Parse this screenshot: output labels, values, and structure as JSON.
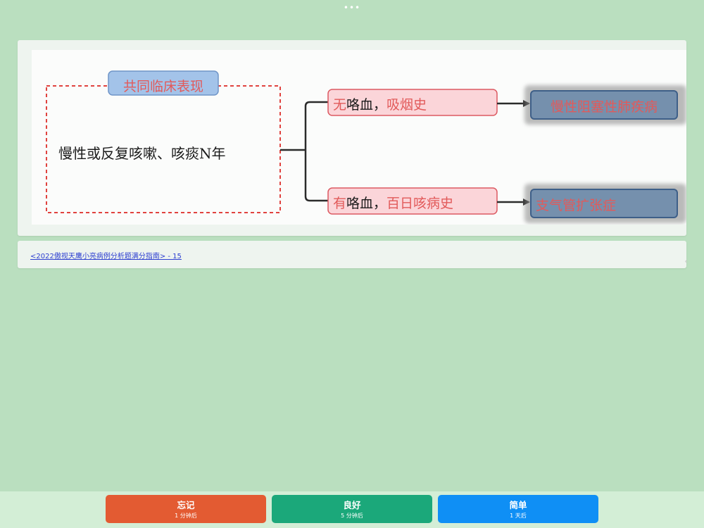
{
  "window": {
    "more_dots": "•••"
  },
  "diagram": {
    "group_label": "共同临床表现",
    "main_symptom": "慢性或反复咳嗽、咳痰N年",
    "branch_top": {
      "prefix": "无",
      "main": "咯血，",
      "suffix": "吸烟史"
    },
    "branch_bottom": {
      "prefix": "有",
      "main": "咯血，",
      "suffix": "百日咳病史"
    },
    "result_top": "慢性阻塞性肺疾病",
    "result_bottom": "支气管扩张症",
    "colors": {
      "red_dash": "#e0433f",
      "blue_box": "#a3c3e9",
      "pink_box": "#fbd5d9",
      "result_box": "#7590ad",
      "red_text": "#e25a5a"
    }
  },
  "source": {
    "link_text": "<2022傲视天鹰小亮病例分析题满分指南> - 15"
  },
  "actions": [
    {
      "label": "忘记",
      "sub": "1 分钟后",
      "color": "#e35b32"
    },
    {
      "label": "良好",
      "sub": "5 分钟后",
      "color": "#1ba87a"
    },
    {
      "label": "简单",
      "sub": "1 天后",
      "color": "#0f8ff5"
    }
  ]
}
